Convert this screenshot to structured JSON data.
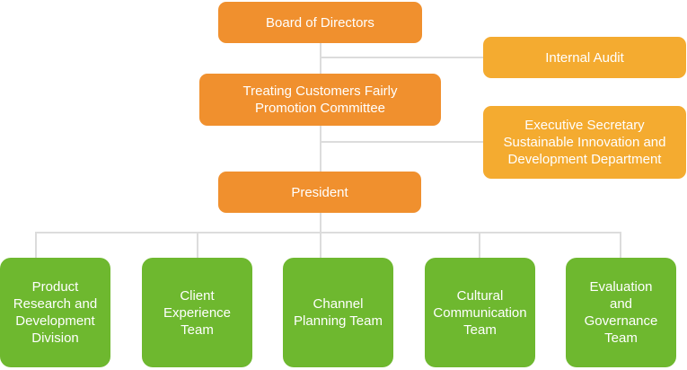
{
  "title": "Organization Chart",
  "colors": {
    "governance": "#f0902e",
    "staff_units": "#f4ab30",
    "teams": "#6eb82f",
    "connector": "#dcdcdc"
  },
  "nodes": {
    "board": {
      "label": "Board of Directors"
    },
    "internal_audit": {
      "label": "Internal Audit"
    },
    "tcf_committee": {
      "label": "Treating Customers Fairly Promotion Committee",
      "lines": [
        "Treating Customers Fairly",
        "Promotion Committee"
      ]
    },
    "exec_secretary": {
      "label": "Executive Secretary Sustainable Innovation and Development Department",
      "lines": [
        "Executive Secretary",
        "Sustainable Innovation and",
        "Development Department"
      ]
    },
    "president": {
      "label": "President"
    }
  },
  "teams": [
    {
      "label": "Product Research and Development Division",
      "lines": [
        "Product",
        "Research and",
        "Development",
        "Division"
      ]
    },
    {
      "label": "Client Experience Team",
      "lines": [
        "Client",
        "Experience",
        "Team"
      ]
    },
    {
      "label": "Channel Planning Team",
      "lines": [
        "Channel",
        "Planning Team"
      ]
    },
    {
      "label": "Cultural Communication Team",
      "lines": [
        "Cultural",
        "Communication",
        "Team"
      ]
    },
    {
      "label": "Evaluation and Governance Team",
      "lines": [
        "Evaluation",
        "and",
        "Governance",
        "Team"
      ]
    }
  ]
}
